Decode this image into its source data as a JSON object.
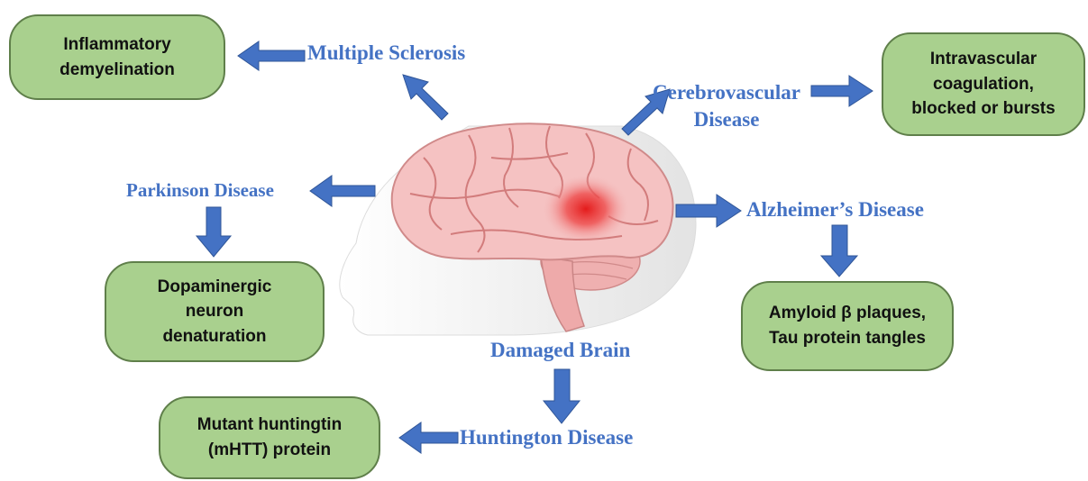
{
  "diagram": {
    "center_label": "Damaged Brain",
    "diseases": {
      "multiple_sclerosis": "Multiple Sclerosis",
      "cerebrovascular_line1": "Cerebrovascular",
      "cerebrovascular_line2": "Disease",
      "parkinson": "Parkinson Disease",
      "alzheimer": "Alzheimer’s Disease",
      "huntington": "Huntington Disease"
    },
    "outcomes": {
      "inflammatory_line1": "Inflammatory",
      "inflammatory_line2": "demyelination",
      "intravascular_line1": "Intravascular",
      "intravascular_line2": "coagulation,",
      "intravascular_line3": "blocked or bursts",
      "dopaminergic_line1": "Dopaminergic",
      "dopaminergic_line2": "neuron",
      "dopaminergic_line3": "denaturation",
      "amyloid_line1": "Amyloid β plaques,",
      "amyloid_line2": "Tau protein tangles",
      "mutant_line1": "Mutant huntingtin",
      "mutant_line2": "(mHTT) protein"
    },
    "colors": {
      "box_fill": "#a9d08e",
      "box_border": "#5f7f4a",
      "label_text": "#4472c4",
      "arrow_fill": "#4472c4",
      "brain_fill": "#f2b8b8",
      "lesion": "#e02020"
    }
  }
}
